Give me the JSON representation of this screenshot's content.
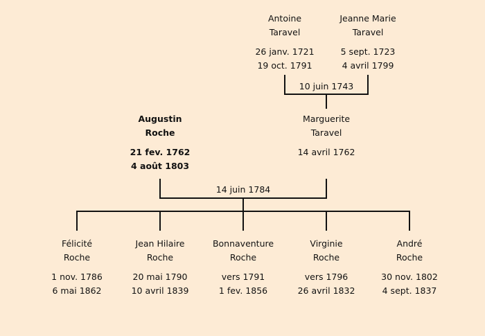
{
  "grandparents": {
    "father": {
      "first": "Antoine",
      "last": "Taravel",
      "birth": "26 janv. 1721",
      "death": "19 oct. 1791"
    },
    "mother": {
      "first": "Jeanne Marie",
      "last": "Taravel",
      "birth": "5 sept. 1723",
      "death": "4 avril 1799"
    },
    "marriage": "10 juin 1743"
  },
  "parents": {
    "father": {
      "first": "Augustin",
      "last": "Roche",
      "birth": "21 fev. 1762",
      "death": "4 août 1803"
    },
    "mother": {
      "first": "Marguerite",
      "last": "Taravel",
      "birth": "14 avril 1762"
    },
    "marriage": "14 juin 1784"
  },
  "children": [
    {
      "first": "Félicité",
      "last": "Roche",
      "birth": "1 nov. 1786",
      "death": "6 mai 1862"
    },
    {
      "first": "Jean Hilaire",
      "last": "Roche",
      "birth": "20 mai 1790",
      "death": "10 avril 1839"
    },
    {
      "first": "Bonnaventure",
      "last": "Roche",
      "birth": "vers 1791",
      "death": "1 fev. 1856"
    },
    {
      "first": "Virginie",
      "last": "Roche",
      "birth": "vers 1796",
      "death": "26 avril 1832"
    },
    {
      "first": "André",
      "last": "Roche",
      "birth": "30 nov. 1802",
      "death": "4 sept. 1837"
    }
  ]
}
